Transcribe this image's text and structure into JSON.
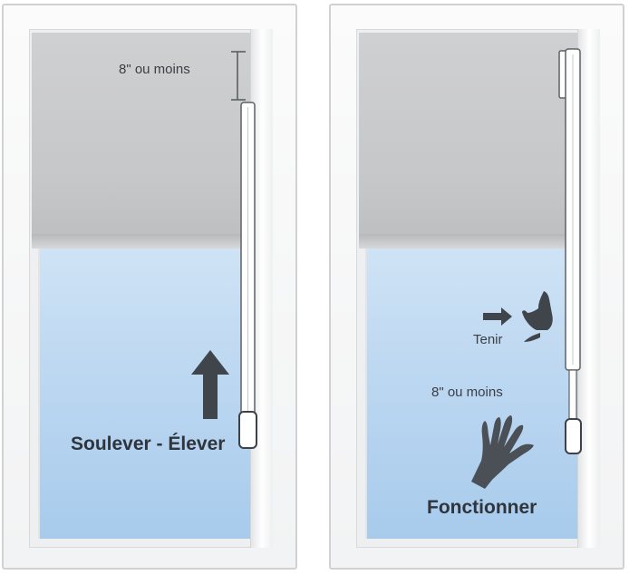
{
  "left_panel": {
    "measure_label": "8\" ou moins",
    "action_label": "Soulever - Élever"
  },
  "right_panel": {
    "hold_label": "Tenir",
    "measure_label": "8\" ou moins",
    "action_label": "Fonctionner"
  },
  "colors": {
    "frame": "#cfd1d3",
    "shade": "#c9cacc",
    "glass": "#bcd7f1",
    "text": "#3a3f45",
    "icon": "#3f454b"
  }
}
